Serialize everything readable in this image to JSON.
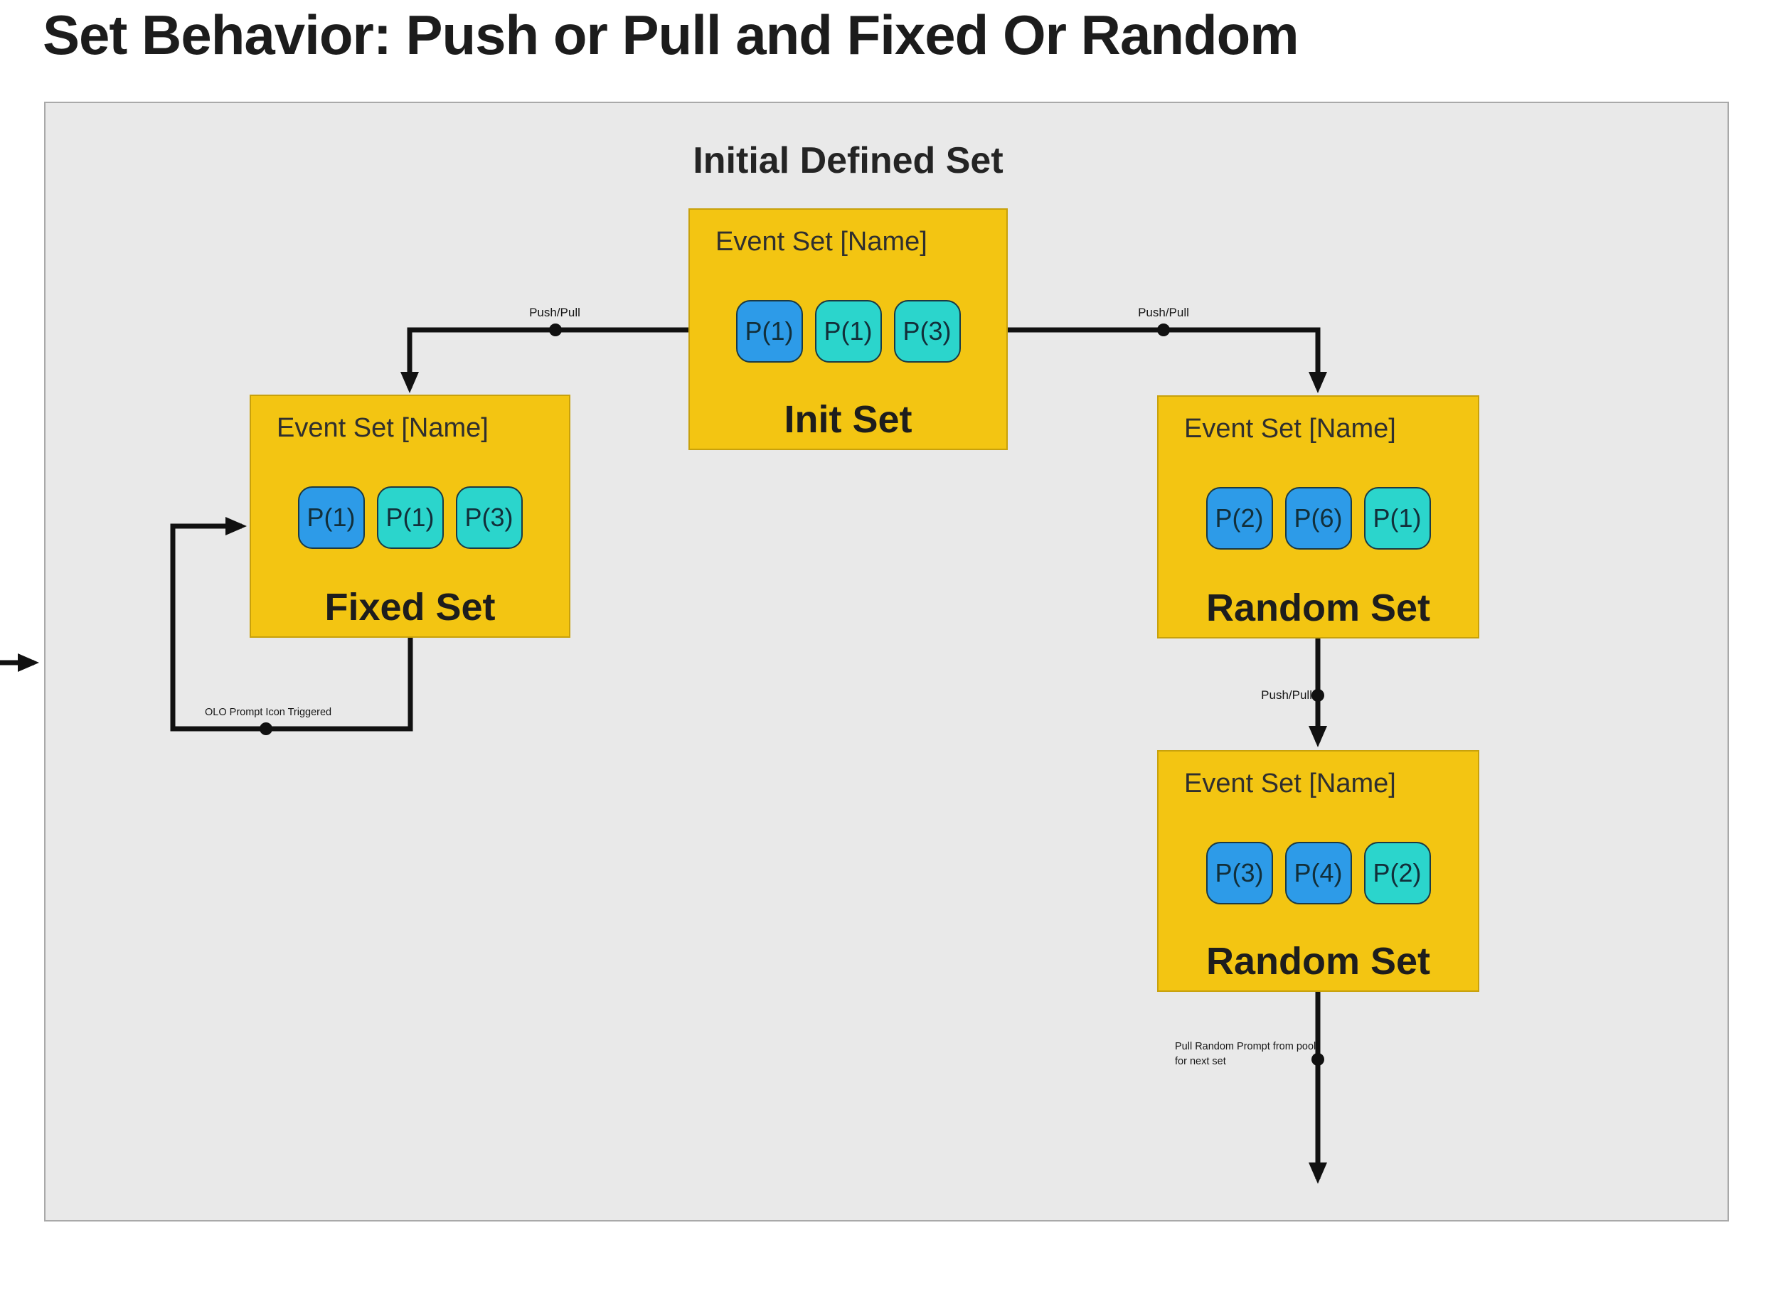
{
  "page_title": "Set Behavior: Push or Pull and Fixed Or Random",
  "canvas_heading": "Initial Defined Set",
  "boxes": [
    {
      "id": "init-set",
      "title": "Event Set [Name]",
      "set_label": "Init Set",
      "chips": [
        {
          "label": "P(1)",
          "color": "blue"
        },
        {
          "label": "P(1)",
          "color": "teal"
        },
        {
          "label": "P(3)",
          "color": "teal"
        }
      ]
    },
    {
      "id": "fixed-set",
      "title": "Event Set [Name]",
      "set_label": "Fixed Set",
      "chips": [
        {
          "label": "P(1)",
          "color": "blue"
        },
        {
          "label": "P(1)",
          "color": "teal"
        },
        {
          "label": "P(3)",
          "color": "teal"
        }
      ]
    },
    {
      "id": "random-set-1",
      "title": "Event Set [Name]",
      "set_label": "Random Set",
      "chips": [
        {
          "label": "P(2)",
          "color": "blue"
        },
        {
          "label": "P(6)",
          "color": "blue"
        },
        {
          "label": "P(1)",
          "color": "teal"
        }
      ]
    },
    {
      "id": "random-set-2",
      "title": "Event Set [Name]",
      "set_label": "Random Set",
      "chips": [
        {
          "label": "P(3)",
          "color": "blue"
        },
        {
          "label": "P(4)",
          "color": "blue"
        },
        {
          "label": "P(2)",
          "color": "teal"
        }
      ]
    }
  ],
  "edge_labels": {
    "push_pull_left": "Push/Pull",
    "push_pull_right": "Push/Pull",
    "push_pull_mid": "Push/Pull",
    "olo_trigger": "OLO Prompt Icon Triggered",
    "pull_random_line1": "Pull Random Prompt from pool",
    "pull_random_line2": "for next set"
  },
  "colors": {
    "box_yellow": "#F3C512",
    "chip_blue": "#2D9BE8",
    "chip_teal": "#2BD5CC",
    "panel_gray": "#E9E9E9",
    "line_black": "#111111"
  }
}
